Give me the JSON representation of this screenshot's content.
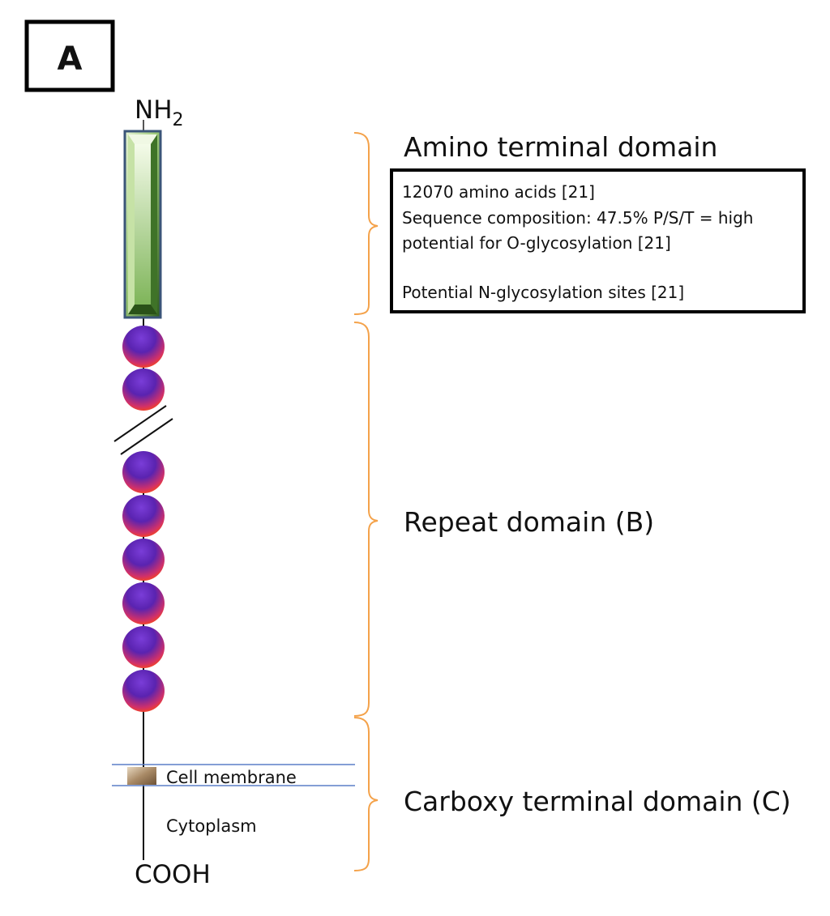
{
  "panel_label": "A",
  "terminus": {
    "n_prefix": "NH",
    "n_subscript": "2",
    "c_label": "COOH"
  },
  "domains": {
    "amino": "Amino terminal domain",
    "repeat": "Repeat domain (B)",
    "carboxy": "Carboxy terminal domain (C)"
  },
  "info_box": {
    "lines": [
      "12070 amino acids [21]",
      "Sequence composition: 47.5% P/S/T = high",
      "potential for O-glycosylation [21]",
      "Potential N-glycosylation sites [21]"
    ]
  },
  "membrane": {
    "membrane_label": "Cell membrane",
    "cytoplasm_label": "Cytoplasm"
  },
  "repeats": {
    "count_before_break": 2,
    "count_after_break": 6
  },
  "colors": {
    "bracket": "#f4a24a",
    "membrane_line": "#5b7fc7",
    "amino_fill_light": "#d8ecc1",
    "amino_fill_dark": "#2f5f1d",
    "amino_border": "#3b5578",
    "sphere_top": "#4a1ea6",
    "sphere_bottom": "#ff3a10"
  }
}
